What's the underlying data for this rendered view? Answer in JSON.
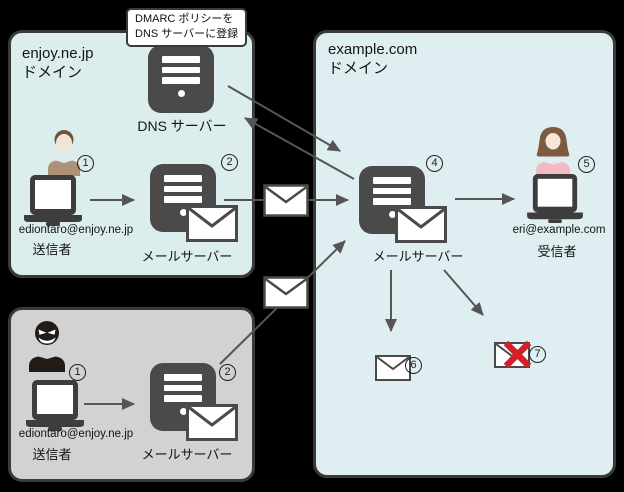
{
  "callout": {
    "line1": "DMARC ポリシーを",
    "line2": "DNS サーバーに登録"
  },
  "sender_domain": {
    "title": "enjoy.ne.jp",
    "subtitle": "ドメイン",
    "dns_server": {
      "label": "DNS サーバー"
    },
    "sender": {
      "step": "1",
      "email": "ediontaro@enjoy.ne.jp",
      "role": "送信者"
    },
    "mail_server": {
      "step": "2",
      "label": "メールサーバー"
    }
  },
  "spoofer_area": {
    "sender": {
      "step": "1",
      "email": "ediontaro@enjoy.ne.jp",
      "role": "送信者"
    },
    "mail_server": {
      "step": "2",
      "label": "メールサーバー"
    }
  },
  "receiver_domain": {
    "title": "example.com",
    "subtitle": "ドメイン",
    "mail_server": {
      "step": "4",
      "label": "メールサーバー"
    },
    "receiver": {
      "step": "5",
      "email": "eri@example.com",
      "role": "受信者"
    },
    "inbox_mail": {
      "step": "6"
    },
    "rejected_mail": {
      "step": "7"
    }
  },
  "colors": {
    "background": "#000000",
    "domain_box_fill": "#dcedee",
    "receiver_box_fill": "#dfeef0",
    "spoofer_box_fill": "#d2d2d2",
    "box_border": "#3a3a3a",
    "icon_dark": "#4a4a4a",
    "arrow": "#555555",
    "reject_x": "#d41f26"
  }
}
